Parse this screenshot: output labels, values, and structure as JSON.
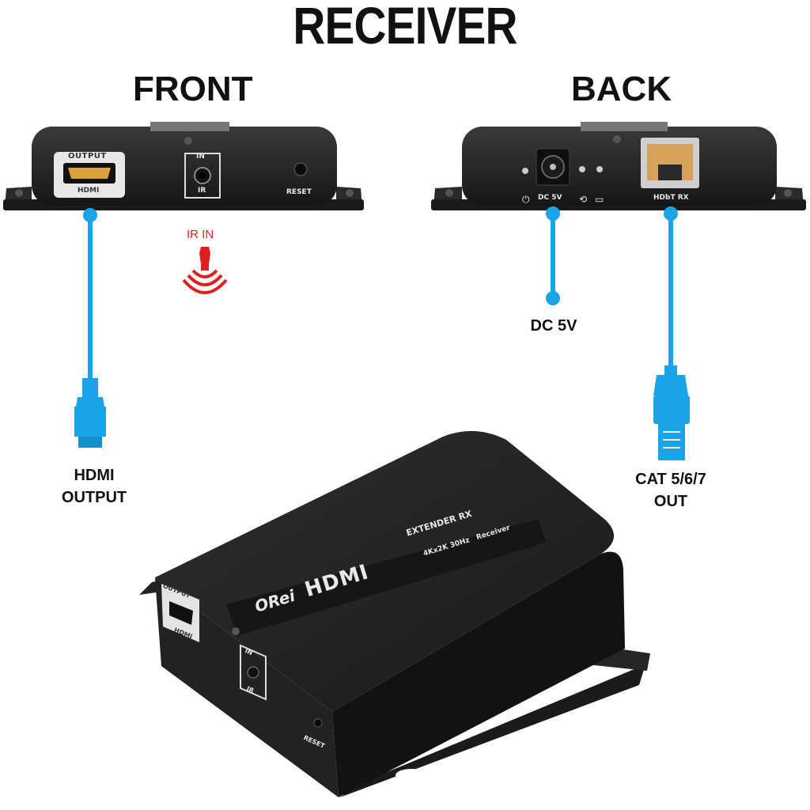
{
  "title": "RECEIVER",
  "front": {
    "heading": "FRONT",
    "hdmi_port_top": "OUTPUT",
    "hdmi_port_bottom": "HDMI",
    "ir_port_top": "IN",
    "ir_port_bottom": "IR",
    "reset_label": "RESET",
    "ir_in_callout": "IR IN",
    "hdmi_output_callout": [
      "HDMI",
      "OUTPUT"
    ]
  },
  "back": {
    "heading": "BACK",
    "dc_label": "DC 5V",
    "hdbt_label": "HDbT RX",
    "dc_callout": "DC 5V",
    "cat_callout": [
      "CAT 5/6/7",
      "OUT"
    ]
  },
  "device": {
    "brand": "ORei",
    "product": "HDMI",
    "extender": "EXTENDER RX",
    "spec": "4Kx2K 30Hz   Receiver",
    "hdmi_top": "OUTPUT",
    "hdmi_bottom": "HDMI",
    "ir_top": "IN",
    "ir_bottom": "IR",
    "reset": "RESET"
  },
  "colors": {
    "cable_blue": "#1ba3e8",
    "ir_red": "#e02020",
    "device_black": "#1c1c1c"
  }
}
